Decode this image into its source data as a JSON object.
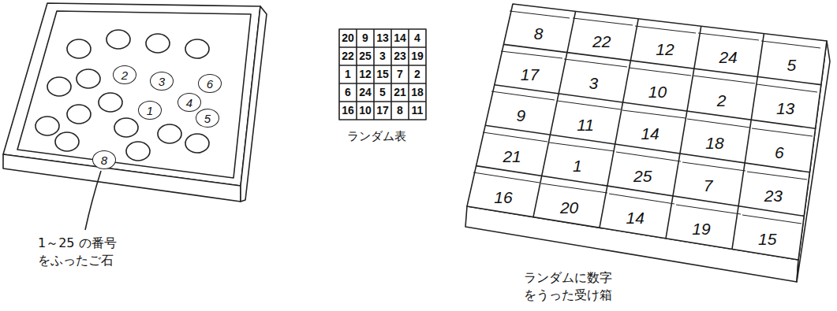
{
  "diagram": {
    "nodes": [
      {
        "text": [
          "2"
        ]
      },
      {
        "text": [
          "3"
        ]
      },
      {
        "text": [
          "6"
        ]
      },
      {
        "text": [
          "4"
        ]
      },
      {
        "text": [
          "1"
        ]
      },
      {
        "text": [
          "5"
        ]
      },
      {
        "text": [
          "8"
        ]
      },
      {
        "text": [
          "8"
        ]
      },
      {
        "text": [
          "22"
        ]
      },
      {
        "text": [
          "12"
        ]
      },
      {
        "text": [
          "24"
        ]
      },
      {
        "text": [
          "5"
        ]
      },
      {
        "text": [
          "17"
        ]
      },
      {
        "text": [
          "3"
        ]
      },
      {
        "text": [
          "10"
        ]
      },
      {
        "text": [
          "2"
        ]
      },
      {
        "text": [
          "13"
        ]
      },
      {
        "text": [
          "9"
        ]
      },
      {
        "text": [
          "11"
        ]
      },
      {
        "text": [
          "14"
        ]
      },
      {
        "text": [
          "18"
        ]
      },
      {
        "text": [
          "6"
        ]
      },
      {
        "text": [
          "21"
        ]
      },
      {
        "text": [
          "1"
        ]
      },
      {
        "text": [
          "25"
        ]
      },
      {
        "text": [
          "7"
        ]
      },
      {
        "text": [
          "23"
        ]
      },
      {
        "text": [
          "16"
        ]
      },
      {
        "text": [
          "20"
        ]
      },
      {
        "text": [
          "14"
        ]
      },
      {
        "text": [
          "19"
        ]
      },
      {
        "text": [
          "15"
        ]
      }
    ],
    "labels": [
      "1～25 の番号 をふったご石",
      "20",
      "9",
      "13",
      "14",
      "4",
      "22",
      "25",
      "3",
      "23",
      "19",
      "1",
      "12",
      "15",
      "7",
      "2",
      "6",
      "24",
      "5",
      "21",
      "18",
      "16",
      "10",
      "17",
      "8",
      "11",
      "ランダム表",
      "ランダムに数字 をうった受け箱"
    ]
  }
}
